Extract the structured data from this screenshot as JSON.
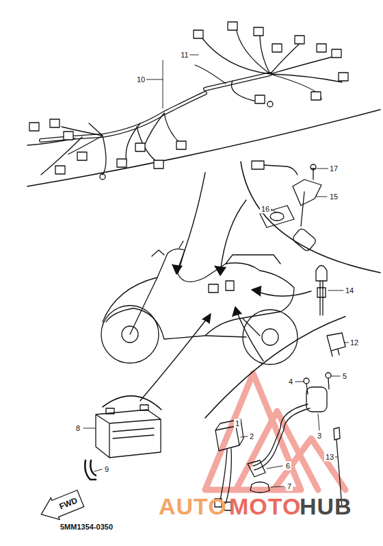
{
  "diagram": {
    "nodes": [
      {
        "text": [
          "FWD"
        ]
      }
    ],
    "labels": [
      "11",
      "10",
      "17",
      "15",
      "16",
      "14",
      "12",
      "4",
      "5",
      "1",
      "2",
      "3",
      "8",
      "13",
      "6",
      "9",
      "7",
      "5MM1354-0350",
      "AUTO",
      "MOTO",
      "HUB"
    ]
  }
}
